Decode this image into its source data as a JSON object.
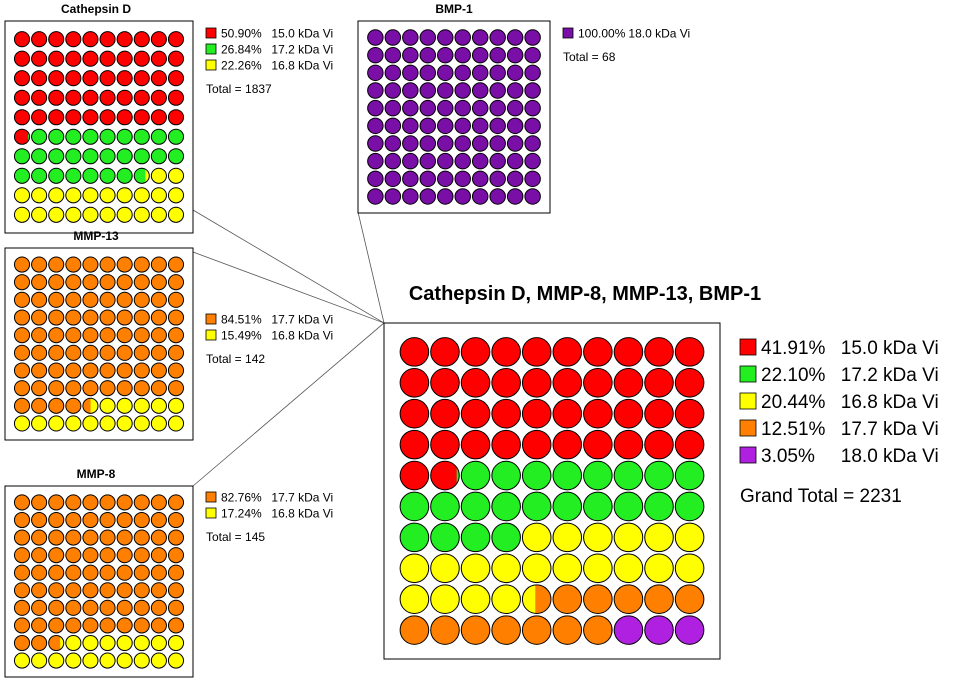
{
  "chart_data": [
    {
      "type": "waffle",
      "title": "Cathepsin  D",
      "total_label": "Total = 1837",
      "series": [
        {
          "name": "15.0 kDa Vi",
          "percent_label": "50.90%",
          "value": 50.9,
          "color": "#ff0000"
        },
        {
          "name": "17.2 kDa Vi",
          "percent_label": "26.84%",
          "value": 26.84,
          "color": "#22ee22"
        },
        {
          "name": "16.8 kDa Vi",
          "percent_label": "22.26%",
          "value": 22.26,
          "color": "#ffff00"
        }
      ]
    },
    {
      "type": "waffle",
      "title": "BMP-1",
      "total_label": "Total = 68",
      "series": [
        {
          "name": "18.0 kDa Vi",
          "percent_label": "100.00%",
          "value": 100.0,
          "color": "#7a0fa8"
        }
      ]
    },
    {
      "type": "waffle",
      "title": "MMP-13",
      "total_label": "Total = 142",
      "series": [
        {
          "name": "17.7 kDa Vi",
          "percent_label": "84.51%",
          "value": 84.51,
          "color": "#ff8000"
        },
        {
          "name": "16.8 kDa Vi",
          "percent_label": "15.49%",
          "value": 15.49,
          "color": "#ffff00"
        }
      ]
    },
    {
      "type": "waffle",
      "title": "MMP-8",
      "total_label": "Total = 145",
      "series": [
        {
          "name": "17.7 kDa Vi",
          "percent_label": "82.76%",
          "value": 82.76,
          "color": "#ff8000"
        },
        {
          "name": "16.8 kDa Vi",
          "percent_label": "17.24%",
          "value": 17.24,
          "color": "#ffff00"
        }
      ]
    },
    {
      "type": "waffle",
      "title": "Cathepsin  D, MMP-8,  MMP-13, BMP-1",
      "total_label": "Grand Total = 2231",
      "series": [
        {
          "name": "15.0 kDa Vi",
          "percent_label": "41.91%",
          "value": 41.91,
          "color": "#ff0000"
        },
        {
          "name": "17.2 kDa Vi",
          "percent_label": "22.10%",
          "value": 22.1,
          "color": "#22ee22"
        },
        {
          "name": "16.8 kDa Vi",
          "percent_label": "20.44%",
          "value": 20.44,
          "color": "#ffff00"
        },
        {
          "name": "17.7 kDa Vi",
          "percent_label": "12.51%",
          "value": 12.51,
          "color": "#ff8000"
        },
        {
          "name": "18.0 kDa Vi",
          "percent_label": "3.05%",
          "value": 3.05,
          "color": "#b020e0"
        }
      ]
    }
  ]
}
